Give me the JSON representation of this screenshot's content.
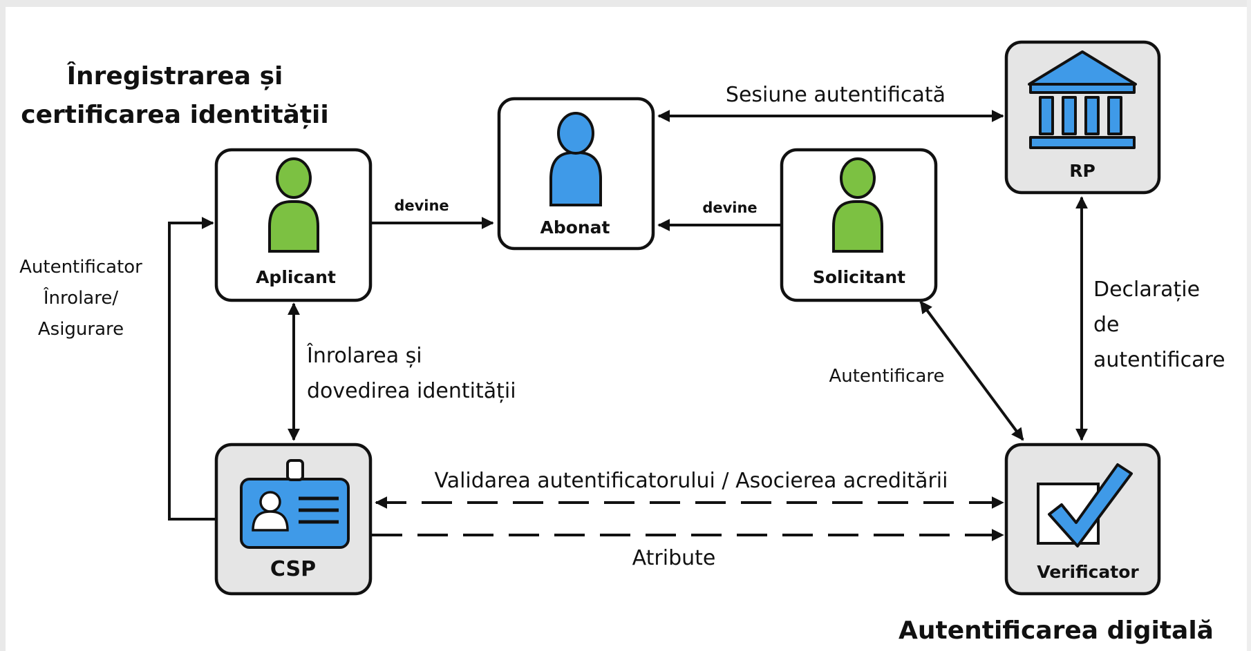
{
  "headings": {
    "identity": [
      "Înregistrarea și",
      "certificarea identității"
    ],
    "digital": "Autentificarea digitală"
  },
  "nodes": {
    "applicant": "Aplicant",
    "subscriber": "Abonat",
    "claimant": "Solicitant",
    "rp": "RP",
    "csp": "CSP",
    "verifier": "Verificator"
  },
  "edges": {
    "becomes_left": "devine",
    "becomes_right": "devine",
    "session": "Sesiune autentificată",
    "enrollment": [
      "Înrolarea și",
      "dovedirea identității"
    ],
    "authenticator_enrollment": [
      "Autentificator",
      "Înrolare/",
      "Asigurare"
    ],
    "authentication": "Autentificare",
    "assertion": [
      "Declarație",
      "de",
      "autentificare"
    ],
    "validation": "Validarea autentificatorului / Asocierea acreditării",
    "attributes": "Atribute"
  },
  "colors": {
    "person_green": "#7cc142",
    "person_blue": "#3f9ae8",
    "gray_box": "#e5e5e5",
    "white_box": "#ffffff",
    "line": "#111111"
  }
}
